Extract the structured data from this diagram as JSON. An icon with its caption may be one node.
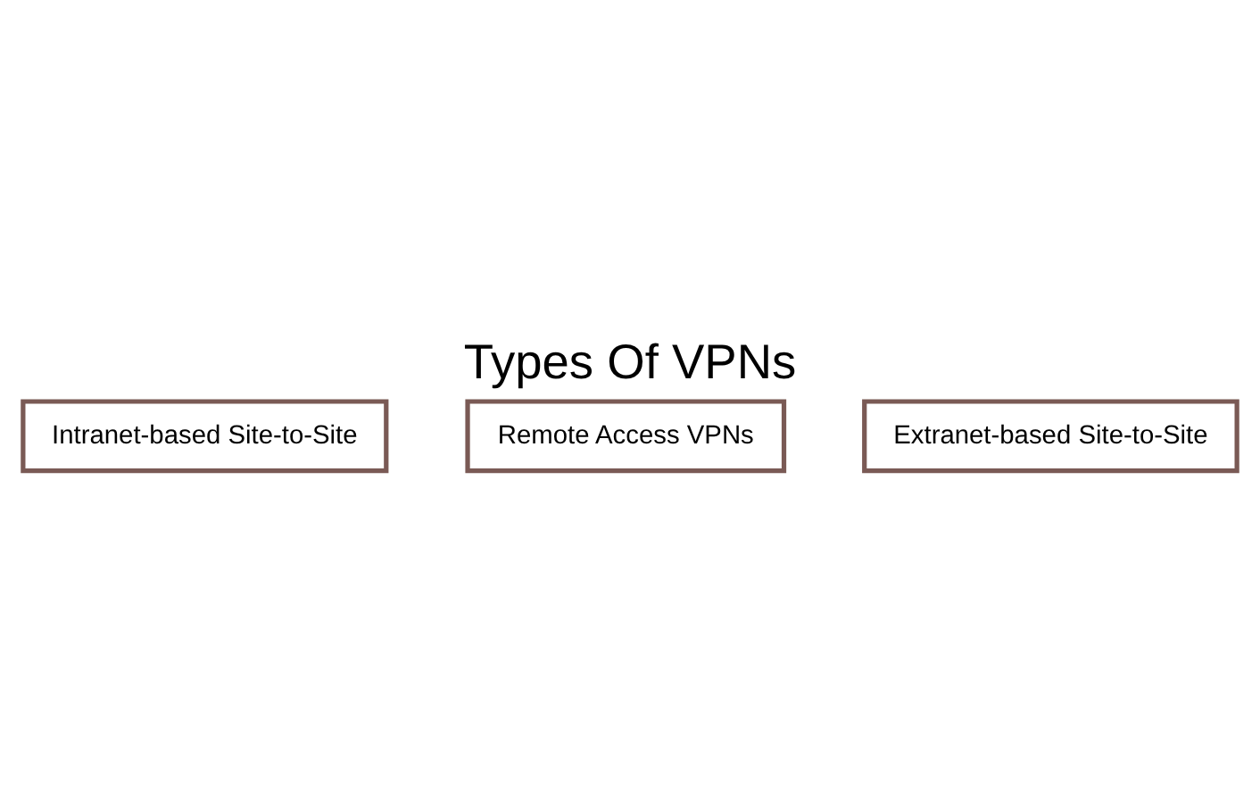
{
  "diagram": {
    "title": "Types Of VPNs",
    "nodes": [
      {
        "text": [
          "Remote Access VPNs"
        ]
      },
      {
        "text": [
          "Intranet-based Site-to-Site"
        ]
      },
      {
        "text": [
          "Extranet-based Site-to-Site"
        ]
      }
    ],
    "edges": []
  }
}
